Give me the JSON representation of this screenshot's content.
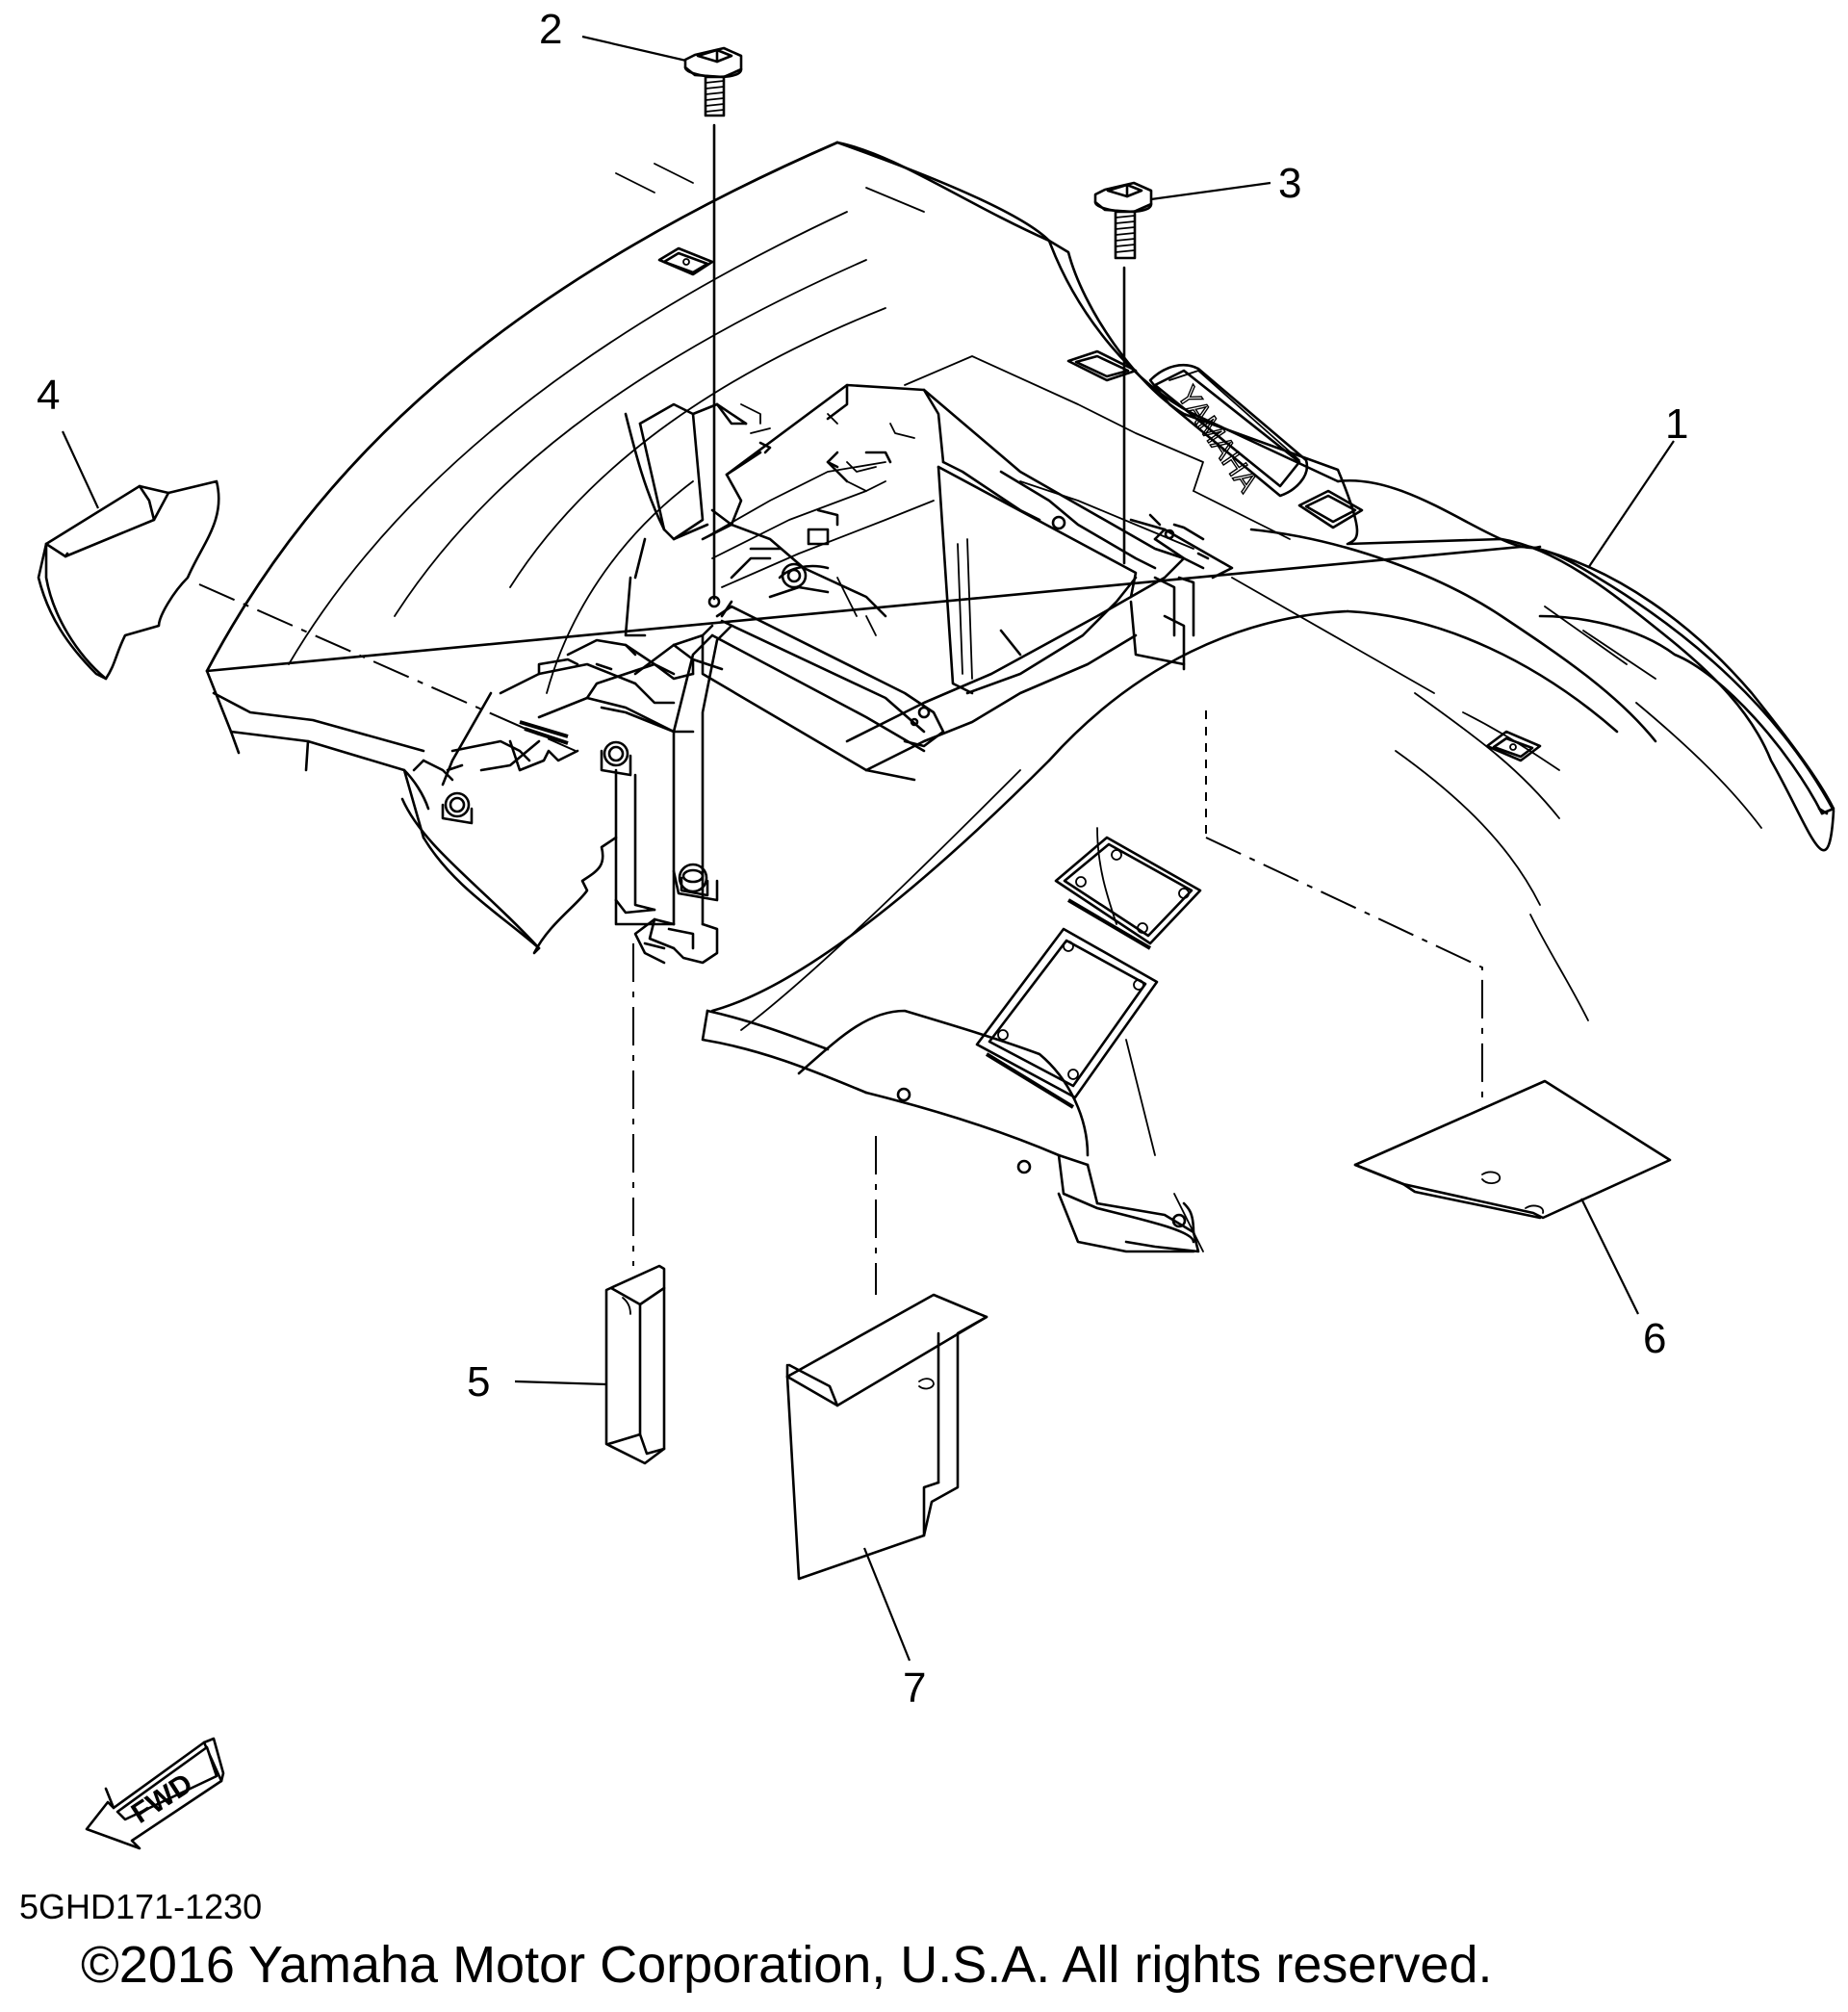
{
  "diagram": {
    "part_code": "5GHD171-1230",
    "copyright": "©2016 Yamaha Motor Corporation, U.S.A. All rights reserved.",
    "fwd_label": "FWD",
    "fender_logo_text": "YAMAHA",
    "callouts": [
      {
        "number": "1",
        "part": "rear fender"
      },
      {
        "number": "2",
        "part": "bolt"
      },
      {
        "number": "3",
        "part": "bolt"
      },
      {
        "number": "4",
        "part": "flap"
      },
      {
        "number": "5",
        "part": "flap"
      },
      {
        "number": "6",
        "part": "plate"
      },
      {
        "number": "7",
        "part": "flap"
      }
    ]
  }
}
